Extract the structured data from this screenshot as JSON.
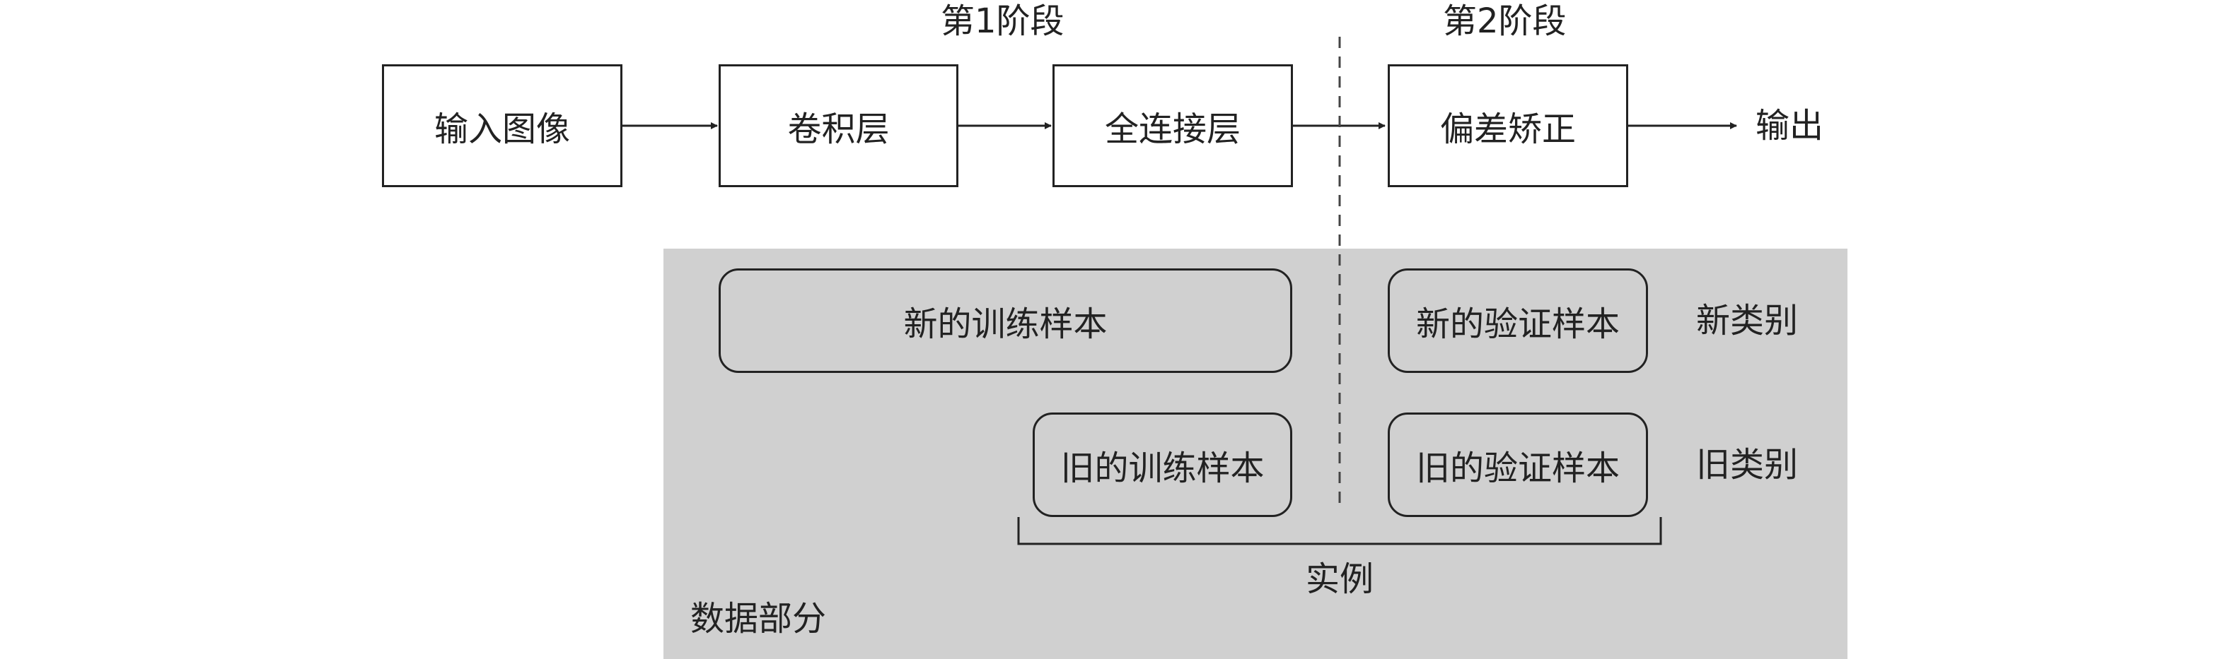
{
  "stages": {
    "stage1": "第1阶段",
    "stage2": "第2阶段"
  },
  "pipeline": {
    "input": "输入图像",
    "conv": "卷积层",
    "fc": "全连接层",
    "bias": "偏差矫正",
    "output": "输出"
  },
  "data_panel": {
    "title": "数据部分",
    "new_train": "新的训练样本",
    "new_val": "新的验证样本",
    "old_train": "旧的训练样本",
    "old_val": "旧的验证样本",
    "new_class": "新类别",
    "old_class": "旧类别",
    "instances": "实例"
  },
  "colors": {
    "panel": "#d0d0d0",
    "stroke": "#222222"
  }
}
